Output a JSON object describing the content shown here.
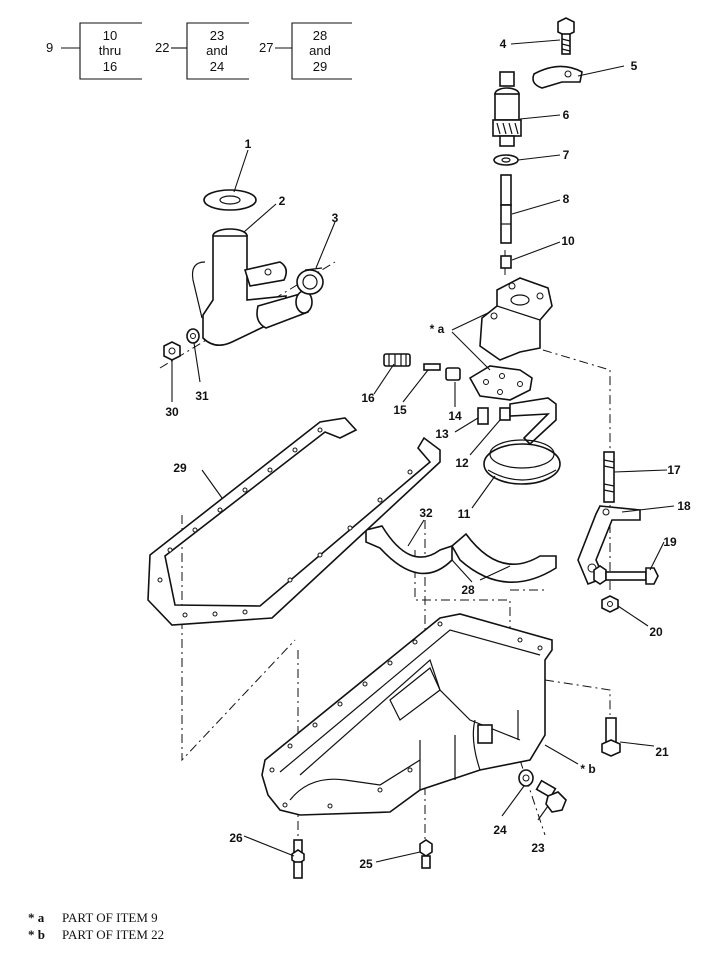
{
  "reference_boxes": [
    {
      "key": "9",
      "lines": [
        "10",
        "thru",
        "16"
      ]
    },
    {
      "key": "22",
      "lines": [
        "23",
        "and",
        "24"
      ]
    },
    {
      "key": "27",
      "lines": [
        "28",
        "and",
        "29"
      ]
    }
  ],
  "callouts": {
    "c1": "1",
    "c2": "2",
    "c3": "3",
    "c4": "4",
    "c5": "5",
    "c6": "6",
    "c7": "7",
    "c8": "8",
    "c10": "10",
    "c11": "11",
    "c12": "12",
    "c13": "13",
    "c14": "14",
    "c15": "15",
    "c16": "16",
    "c17": "17",
    "c18": "18",
    "c19": "19",
    "c20": "20",
    "c21": "21",
    "c23": "23",
    "c24": "24",
    "c25": "25",
    "c26": "26",
    "c28": "28",
    "c29": "29",
    "c30": "30",
    "c31": "31",
    "c32": "32",
    "ca": "* a",
    "cb": "* b"
  },
  "notes": [
    {
      "mark": "* a",
      "text": "PART OF ITEM 9"
    },
    {
      "mark": "* b",
      "text": "PART OF ITEM 22"
    }
  ]
}
